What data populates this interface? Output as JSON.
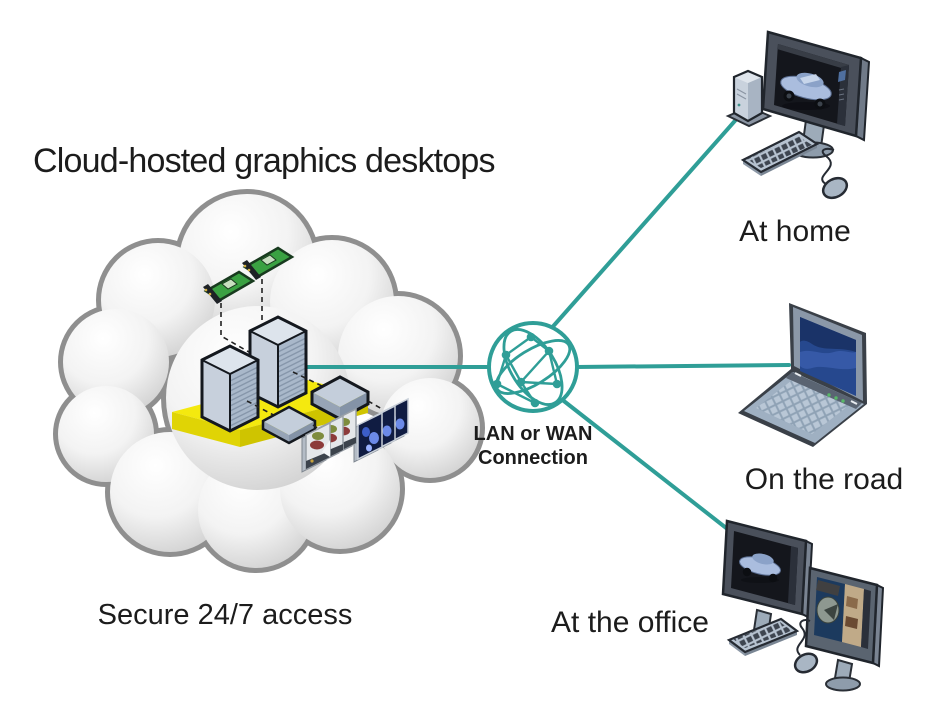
{
  "title": "Cloud-hosted graphics desktops",
  "caption": "Secure 24/7 access",
  "network_node": {
    "line1": "LAN or WAN",
    "line2": "Connection"
  },
  "endpoints": {
    "home": {
      "label": "At home"
    },
    "road": {
      "label": "On the road"
    },
    "office": {
      "label": "At the office"
    }
  },
  "colors": {
    "connection": "#2f9e97",
    "cloud_outline": "#8f8f8f",
    "platform": "#f4e90f",
    "text": "#1c1c1c"
  }
}
